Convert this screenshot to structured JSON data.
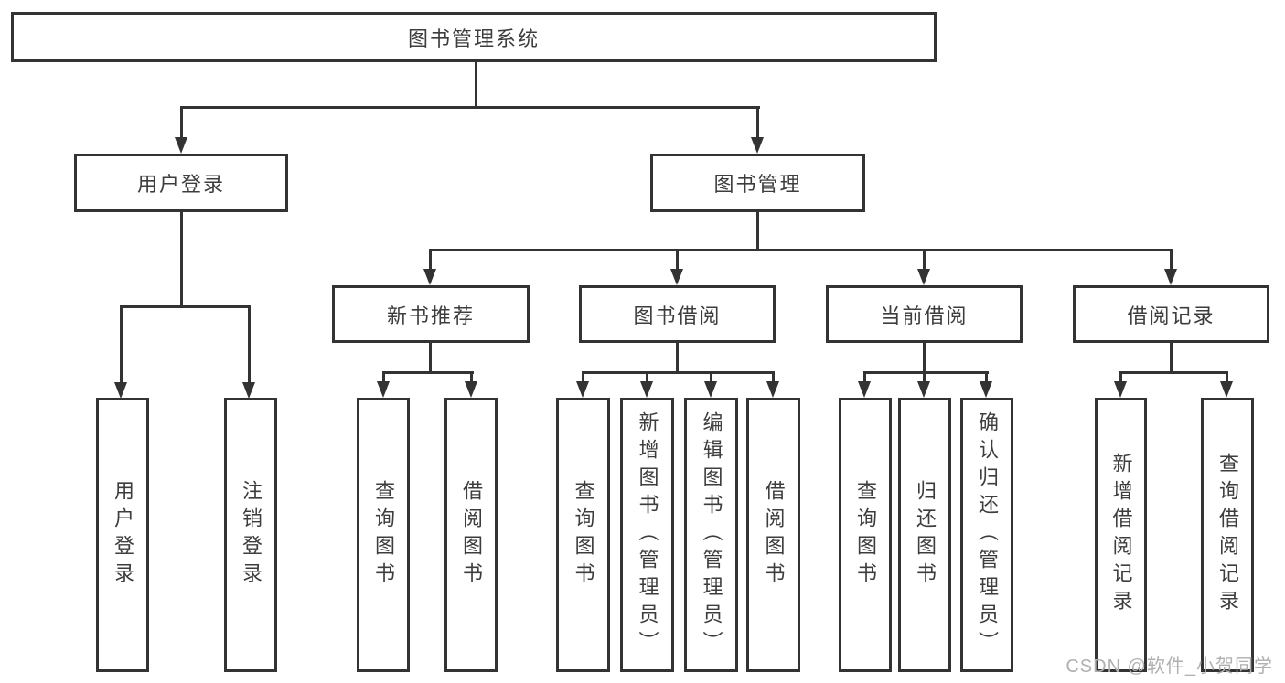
{
  "diagram": {
    "type": "tree",
    "title": "图书管理系统",
    "branches": [
      {
        "label": "用户登录",
        "leaves": [
          "用户登录",
          "注销登录"
        ]
      },
      {
        "label": "图书管理",
        "groups": [
          {
            "label": "新书推荐",
            "leaves": [
              "查询图书",
              "借阅图书"
            ]
          },
          {
            "label": "图书借阅",
            "leaves": [
              "查询图书",
              "新增图书（管理员）",
              "编辑图书（管理员）",
              "借阅图书"
            ]
          },
          {
            "label": "当前借阅",
            "leaves": [
              "查询图书",
              "归还图书",
              "确认归还（管理员）"
            ]
          },
          {
            "label": "借阅记录",
            "leaves": [
              "新增借阅记录",
              "查询借阅记录"
            ]
          }
        ]
      }
    ]
  },
  "watermark": {
    "text": "CSDN @软件_小贺同学"
  },
  "colors": {
    "line": "#333333",
    "text": "#3d3d3d",
    "watermark": "#b0b0b0",
    "background": "#ffffff"
  }
}
